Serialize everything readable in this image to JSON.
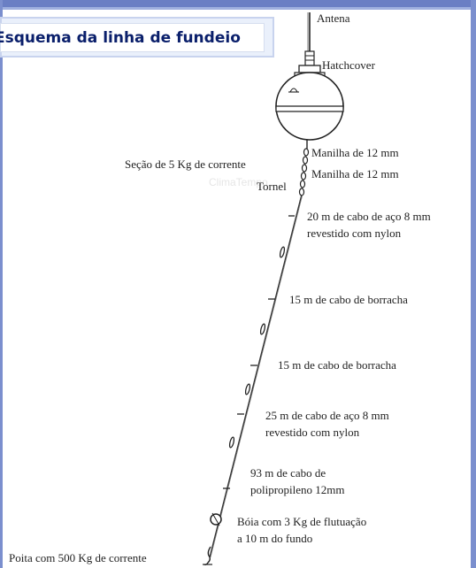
{
  "title": "Esquema da linha de fundeio",
  "watermark": "ClimaTempo",
  "labels": {
    "antena": "Antena",
    "hatchcover": "Hatchcover",
    "manilha1": "Manilha de 12 mm",
    "manilha2": "Manilha de 12 mm",
    "secao": "Seção de 5 Kg de corrente",
    "tornel": "Tornel",
    "cabo_aco_1_l1": "20 m de cabo de aço 8 mm",
    "cabo_aco_1_l2": "revestido com nylon",
    "borracha_1": "15 m de cabo de borracha",
    "borracha_2": "15 m de cabo de borracha",
    "cabo_aco_2_l1": "25 m de cabo de aço 8 mm",
    "cabo_aco_2_l2": "revestido com nylon",
    "polipropileno_l1": "93 m de cabo de",
    "polipropileno_l2": "polipropileno 12mm",
    "boia_l1": "Bóia com 3 Kg de flutuação",
    "boia_l2": "a 10 m do fundo",
    "poita": "Poita com 500 Kg de corrente"
  },
  "colors": {
    "title_text": "#0a1f6b",
    "frame": "#7b8fce",
    "line": "#333333"
  }
}
